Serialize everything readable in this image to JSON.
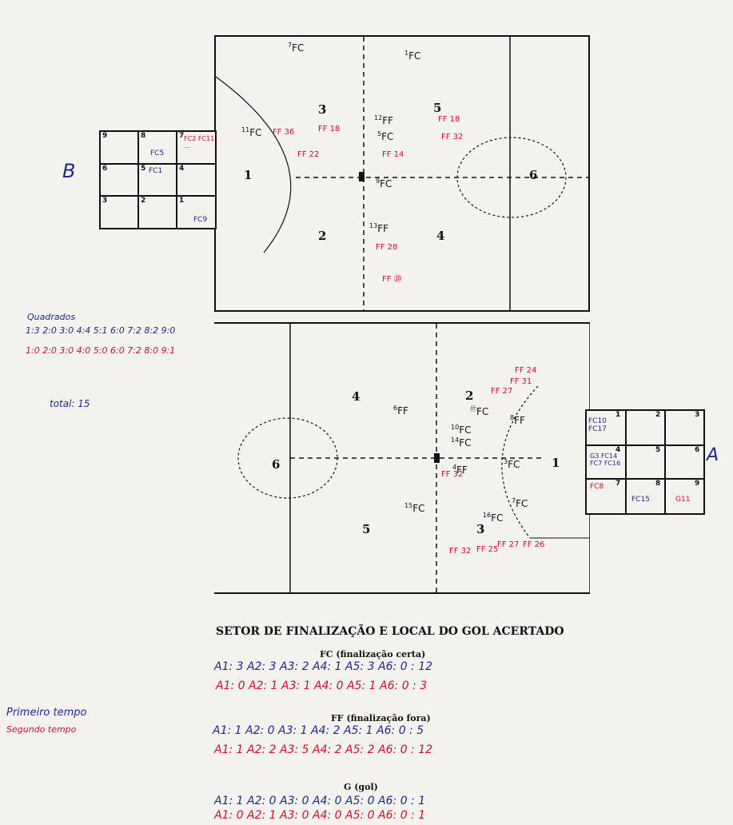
{
  "top_court": {
    "zones": {
      "z1": "1",
      "z2": "2",
      "z3": "3",
      "z4": "4",
      "z5": "5",
      "z6": "6"
    },
    "marks_blue": {
      "m1": {
        "sup": "7",
        "txt": "FC"
      },
      "m2": {
        "sup": "1",
        "txt": "FC"
      },
      "m3": {
        "sup": "11",
        "txt": "FC"
      },
      "m4": {
        "sup": "12",
        "txt": "FF"
      },
      "m5": {
        "sup": "5",
        "txt": "FC"
      },
      "m6": {
        "sup": "9",
        "txt": "FC"
      },
      "m7": {
        "sup": "13",
        "txt": "FF"
      }
    },
    "marks_red": [
      "FF 36",
      "FF 18",
      "FF 22",
      "FF 18",
      "FF 32",
      "FF 14",
      "FF 28",
      "FF ⑳"
    ],
    "side_label": "B",
    "grid": [
      {
        "n": "9",
        "c": ""
      },
      {
        "n": "8",
        "c": "FC5"
      },
      {
        "n": "7",
        "c": "FC2 FC11 ..."
      },
      {
        "n": "6",
        "c": ""
      },
      {
        "n": "5",
        "c": "FC1"
      },
      {
        "n": "4",
        "c": ""
      },
      {
        "n": "3",
        "c": ""
      },
      {
        "n": "2",
        "c": ""
      },
      {
        "n": "1",
        "c": "FC9"
      }
    ]
  },
  "bottom_court": {
    "zones": {
      "z1": "1",
      "z2": "2",
      "z3": "3",
      "z4": "4",
      "z5": "5",
      "z6": "6"
    },
    "marks_blue": {
      "m1": {
        "sup": "6",
        "txt": "FF"
      },
      "m2": {
        "sup": "⑰",
        "txt": "FC"
      },
      "m3": {
        "sup": "8",
        "txt": "FF"
      },
      "m4": {
        "sup": "10",
        "txt": "FC"
      },
      "m5": {
        "sup": "14",
        "txt": "FC"
      },
      "m6": {
        "sup": "4",
        "txt": "FF"
      },
      "m7": {
        "sup": "3",
        "txt": "FC"
      },
      "m8": {
        "sup": "15",
        "txt": "FC"
      },
      "m9": {
        "sup": "7",
        "txt": "FC"
      },
      "m10": {
        "sup": "16",
        "txt": "FC"
      }
    },
    "marks_red": [
      "FF 24",
      "FF 31",
      "FF 27",
      "FF 32",
      "FF 26",
      "FF 27",
      "FF 25",
      "FF 32"
    ],
    "side_label": "A",
    "grid": [
      {
        "n": "1",
        "c": "FC10 FC17"
      },
      {
        "n": "2",
        "c": ""
      },
      {
        "n": "3",
        "c": ""
      },
      {
        "n": "4",
        "c": "G3 FC14 FC7 FC16"
      },
      {
        "n": "5",
        "c": ""
      },
      {
        "n": "6",
        "c": ""
      },
      {
        "n": "7",
        "c": "FC8"
      },
      {
        "n": "8",
        "c": "FC15"
      },
      {
        "n": "9",
        "c": "G11"
      }
    ]
  },
  "notes": {
    "heading": "Quadrados",
    "line_blue": "1:3  2:0 3:0  4:4 5:1  6:0 7:2 8:2 9:0",
    "line_red": "1:0  2:0  3:0 4:0 5:0 6:0  7:2 8:0 9:1",
    "total": "total: 15"
  },
  "summary": {
    "title": "SETOR DE FINALIZAÇÃO E LOCAL DO GOL ACERTADO",
    "legend_first": "Primeiro tempo",
    "legend_second": "Segundo tempo",
    "fc_label": "FC (finalização certa)",
    "fc_blue": "A1: 3  A2: 3  A3: 2  A4: 1  A5: 3  A6: 0  : 12",
    "fc_red": "A1: 0  A2: 1  A3: 1  A4: 0  A5: 1  A6: 0  : 3",
    "ff_label": "FF (finalização fora)",
    "ff_blue": "A1: 1  A2: 0  A3: 1  A4: 2  A5: 1  A6: 0  : 5",
    "ff_red": "A1: 1  A2: 2  A3: 5  A4: 2  A5: 2  A6: 0  : 12",
    "g_label": "G (gol)",
    "g_blue": "A1: 1  A2: 0  A3: 0  A4: 0  A5: 0  A6: 0  : 1",
    "g_red": "A1: 0  A2: 1  A3: 0  A4: 0  A5: 0  A6: 0  : 1"
  }
}
